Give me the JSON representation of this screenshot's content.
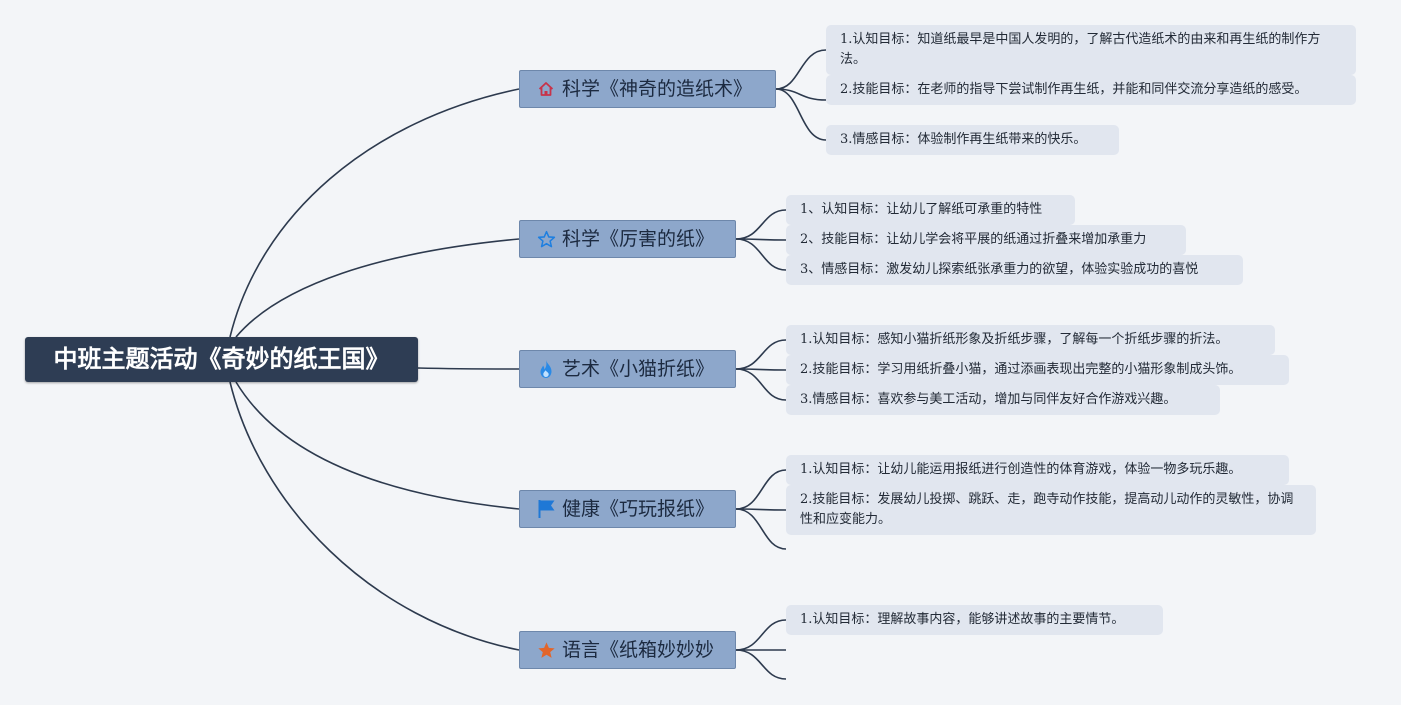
{
  "root": {
    "label": "中班主题活动《奇妙的纸王国》"
  },
  "branches": [
    {
      "label": "科学《神奇的造纸术》",
      "icon": "house-icon",
      "icon_color": "#c8334a",
      "leaves": [
        "1.认知目标：知道纸最早是中国人发明的，了解古代造纸术的由来和再生纸的制作方法。",
        "2.技能目标：在老师的指导下尝试制作再生纸，并能和同伴交流分享造纸的感受。",
        "3.情感目标：体验制作再生纸带来的快乐。"
      ]
    },
    {
      "label": "科学《厉害的纸》",
      "icon": "star-outline-icon",
      "icon_color": "#1e7fe0",
      "leaves": [
        "1、认知目标：让幼儿了解纸可承重的特性",
        "2、技能目标：让幼儿学会将平展的纸通过折叠来增加承重力",
        "3、情感目标：激发幼儿探索纸张承重力的欲望，体验实验成功的喜悦"
      ]
    },
    {
      "label": "艺术《小猫折纸》",
      "icon": "flame-icon",
      "icon_color": "#2a8ae6",
      "leaves": [
        "1.认知目标：感知小猫折纸形象及折纸步骤，了解每一个折纸步骤的折法。",
        "2.技能目标：学习用纸折叠小猫，通过添画表现出完整的小猫形象制成头饰。",
        "3.情感目标：喜欢参与美工活动，增加与同伴友好合作游戏兴趣。"
      ]
    },
    {
      "label": "健康《巧玩报纸》",
      "icon": "flag-icon",
      "icon_color": "#1f78d6",
      "leaves": [
        "1.认知目标：让幼儿能运用报纸进行创造性的体育游戏，体验一物多玩乐趣。",
        "2.技能目标：发展幼儿投掷、跳跃、走，跑寺动作技能，提高动儿动作的灵敏性，协调性和应变能力。"
      ]
    },
    {
      "label": "语言《纸箱妙妙妙",
      "icon": "star-filled-icon",
      "icon_color": "#e2652a",
      "leaves": [
        "1.认知目标：理解故事内容，能够讲述故事的主要情节。"
      ]
    }
  ],
  "colors": {
    "root_bg": "#2e3d54",
    "branch_bg": "#8da7cb",
    "leaf_bg": "#e1e6ef",
    "line": "#2d3a4e"
  }
}
